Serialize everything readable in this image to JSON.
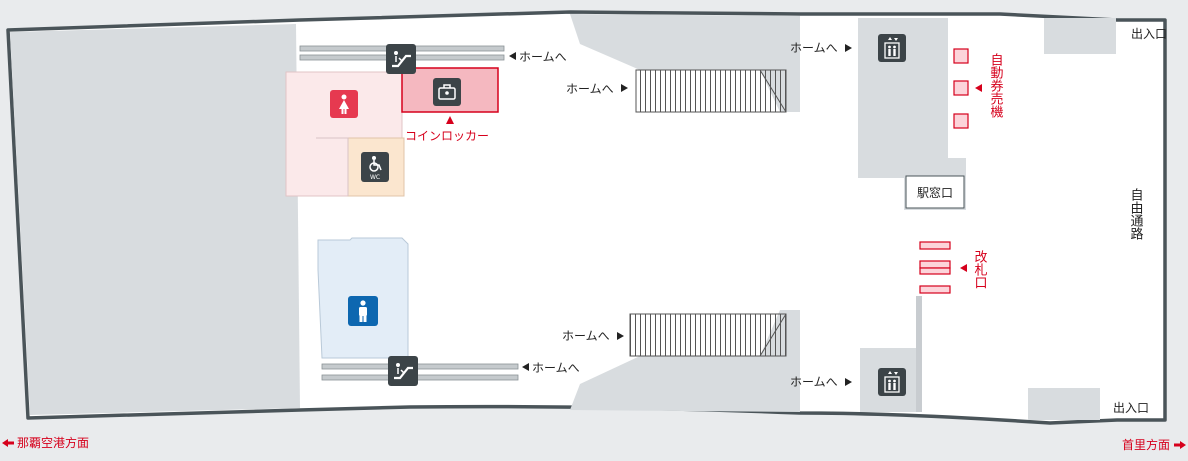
{
  "labels": {
    "to_home": "ホームへ",
    "exit": "出入口",
    "coin_locker": "コインロッカー",
    "ticket_machine": "自動券売機",
    "ticket_office": "駅窓口",
    "ticket_gate": "改札口",
    "free_passage": "自由通路",
    "dir_naha": "那覇空港方面",
    "dir_shuri": "首里方面"
  },
  "colors": {
    "background": "#e9ebed",
    "floor": "#ffffff",
    "wall": "#4a5459",
    "structure": "#d8dcdf",
    "accent_red": "#d6001c",
    "women_restroom": "#fbe9ea",
    "men_restroom": "#e3edf7",
    "accessible_restroom": "#fbe6cf",
    "women_icon": "#e63950",
    "men_icon": "#0d67b0",
    "dark_icon": "#3c4448"
  },
  "icons": {
    "escalator": "escalator-icon",
    "coin_locker": "coin-locker-icon",
    "elevator": "elevator-icon",
    "women": "women-restroom-icon",
    "men": "men-restroom-icon",
    "accessible": "accessible-restroom-icon",
    "wc_text": "WC"
  }
}
